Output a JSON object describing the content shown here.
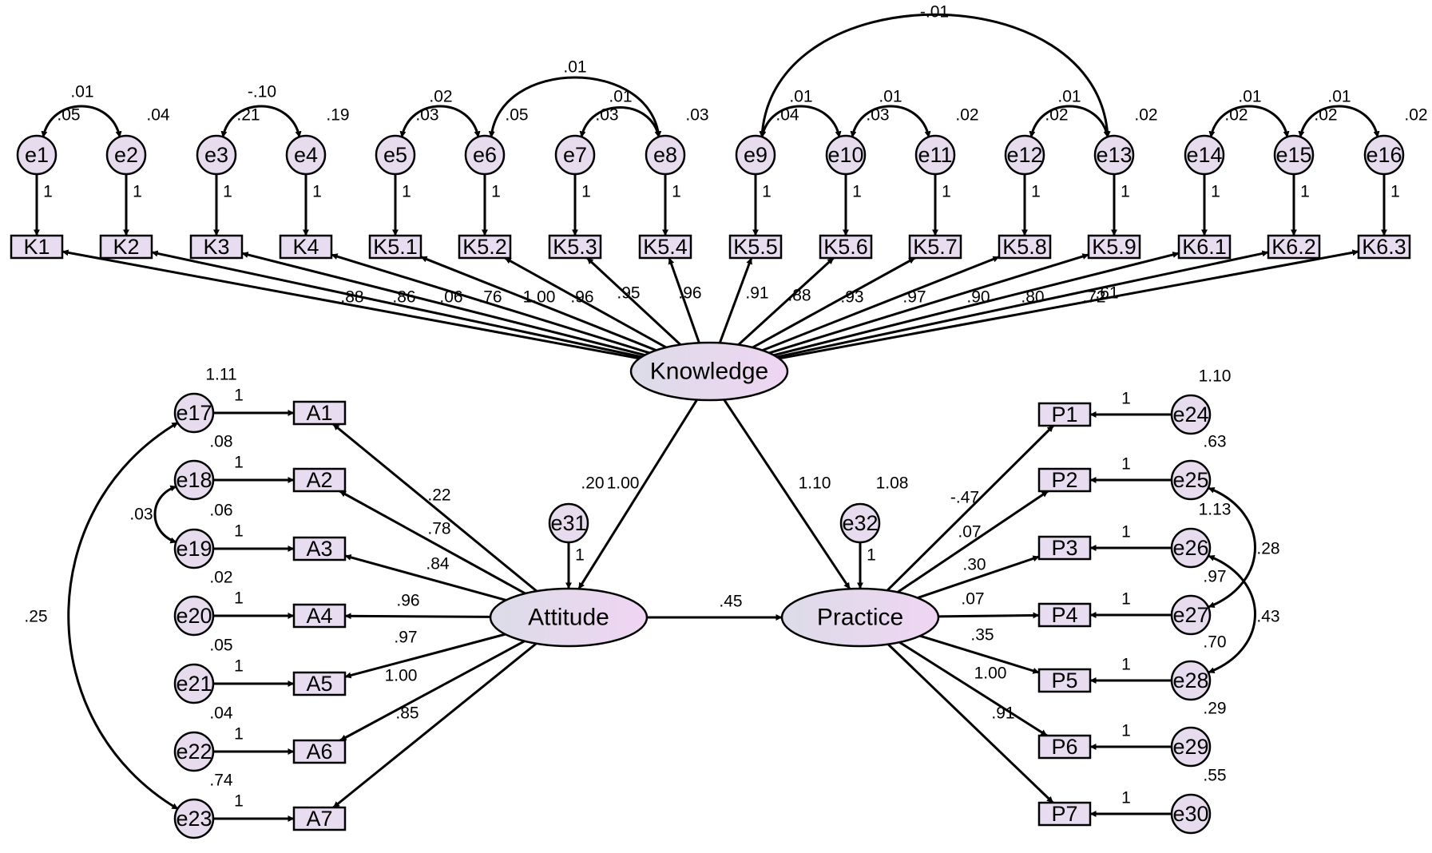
{
  "colors": {
    "node_fill": "#e8dcf0",
    "latent_fill_start": "#dcdce8",
    "latent_fill_end": "#efd5f2",
    "stroke": "#000000"
  },
  "latents": [
    {
      "id": "Knowledge",
      "label": "Knowledge"
    },
    {
      "id": "Attitude",
      "label": "Attitude"
    },
    {
      "id": "Practice",
      "label": "Practice"
    }
  ],
  "indicators": [
    {
      "id": "K1",
      "label": "K1",
      "error": "e1",
      "error_label": "e1",
      "variance": ".05",
      "fixed": "1",
      "loading": ""
    },
    {
      "id": "K2",
      "label": "K2",
      "error": "e2",
      "error_label": "e2",
      "variance": ".04",
      "fixed": "1",
      "loading": ".88"
    },
    {
      "id": "K3",
      "label": "K3",
      "error": "e3",
      "error_label": "e3",
      "variance": ".21",
      "fixed": "1",
      "loading": ".86"
    },
    {
      "id": "K4",
      "label": "K4",
      "error": "e4",
      "error_label": "e4",
      "variance": ".19",
      "fixed": "1",
      "loading": ".06"
    },
    {
      "id": "K5.1",
      "label": "K5.1",
      "error": "e5",
      "error_label": "e5",
      "variance": ".03",
      "fixed": "1",
      "loading": ".76"
    },
    {
      "id": "K5.2",
      "label": "K5.2",
      "error": "e6",
      "error_label": "e6",
      "variance": ".05",
      "fixed": "1",
      "loading": "1.00"
    },
    {
      "id": "K5.3",
      "label": "K5.3",
      "error": "e7",
      "error_label": "e7",
      "variance": ".03",
      "fixed": "1",
      "loading": ".96"
    },
    {
      "id": "K5.4",
      "label": "K5.4",
      "error": "e8",
      "error_label": "e8",
      "variance": ".03",
      "fixed": "1",
      "loading": ".95"
    },
    {
      "id": "K5.5",
      "label": "K5.5",
      "error": "e9",
      "error_label": "e9",
      "variance": ".04",
      "fixed": "1",
      "loading": ".96"
    },
    {
      "id": "K5.6",
      "label": "K5.6",
      "error": "e10",
      "error_label": "e10",
      "variance": ".03",
      "fixed": "1",
      "loading": ".91"
    },
    {
      "id": "K5.7",
      "label": "K5.7",
      "error": "e11",
      "error_label": "e11",
      "variance": ".02",
      "fixed": "1",
      "loading": ".88"
    },
    {
      "id": "K5.8",
      "label": "K5.8",
      "error": "e12",
      "error_label": "e12",
      "variance": ".02",
      "fixed": "1",
      "loading": ".93"
    },
    {
      "id": "K5.9",
      "label": "K5.9",
      "error": "e13",
      "error_label": "e13",
      "variance": ".02",
      "fixed": "1",
      "loading": ".97"
    },
    {
      "id": "K6.1",
      "label": "K6.1",
      "error": "e14",
      "error_label": "e14",
      "variance": ".02",
      "fixed": "1",
      "loading": ".90"
    },
    {
      "id": "K6.2",
      "label": "K6.2",
      "error": "e15",
      "error_label": "e15",
      "variance": ".02",
      "fixed": "1",
      "loading": ".80"
    },
    {
      "id": "K6.3",
      "label": "K6.3",
      "error": "e16",
      "error_label": "e16",
      "variance": ".02",
      "fixed": "1",
      "loading": ".72"
    },
    {
      "id": "A1",
      "label": "A1",
      "error": "e17",
      "error_label": "e17",
      "variance": "1.11",
      "fixed": "1",
      "loading": ".22"
    },
    {
      "id": "A2",
      "label": "A2",
      "error": "e18",
      "error_label": "e18",
      "variance": ".08",
      "fixed": "1",
      "loading": ".78"
    },
    {
      "id": "A3",
      "label": "A3",
      "error": "e19",
      "error_label": "e19",
      "variance": ".06",
      "fixed": "1",
      "loading": ".84"
    },
    {
      "id": "A4",
      "label": "A4",
      "error": "e20",
      "error_label": "e20",
      "variance": ".02",
      "fixed": "1",
      "loading": ".96"
    },
    {
      "id": "A5",
      "label": "A5",
      "error": "e21",
      "error_label": "e21",
      "variance": ".05",
      "fixed": "1",
      "loading": ".97"
    },
    {
      "id": "A6",
      "label": "A6",
      "error": "e22",
      "error_label": "e22",
      "variance": ".04",
      "fixed": "1",
      "loading": "1.00"
    },
    {
      "id": "A7",
      "label": "A7",
      "error": "e23",
      "error_label": "e23",
      "variance": ".74",
      "fixed": "1",
      "loading": ".85"
    },
    {
      "id": "P1",
      "label": "P1",
      "error": "e24",
      "error_label": "e24",
      "variance": "1.10",
      "fixed": "1",
      "loading": "-.47"
    },
    {
      "id": "P2",
      "label": "P2",
      "error": "e25",
      "error_label": "e25",
      "variance": ".63",
      "fixed": "1",
      "loading": ".07"
    },
    {
      "id": "P3",
      "label": "P3",
      "error": "e26",
      "error_label": "e26",
      "variance": "1.13",
      "fixed": "1",
      "loading": ".30"
    },
    {
      "id": "P4",
      "label": "P4",
      "error": "e27",
      "error_label": "e27",
      "variance": ".97",
      "fixed": "1",
      "loading": ".07"
    },
    {
      "id": "P5",
      "label": "P5",
      "error": "e28",
      "error_label": "e28",
      "variance": ".70",
      "fixed": "1",
      "loading": ".35"
    },
    {
      "id": "P6",
      "label": "P6",
      "error": "e29",
      "error_label": "e29",
      "variance": ".29",
      "fixed": "1",
      "loading": "1.00"
    },
    {
      "id": "P7",
      "label": "P7",
      "error": "e30",
      "error_label": "e30",
      "variance": ".55",
      "fixed": "1",
      "loading": ".91"
    }
  ],
  "disturbances": [
    {
      "id": "e31",
      "label": "e31",
      "variance": ".20",
      "fixed": "1"
    },
    {
      "id": "e32",
      "label": "e32",
      "variance": "1.08",
      "fixed": "1"
    }
  ],
  "structural": [
    {
      "id": "k_to_a",
      "label": "1.00"
    },
    {
      "id": "k_to_p",
      "label": "1.10"
    },
    {
      "id": "a_to_p",
      "label": ".45"
    }
  ],
  "covariances": [
    {
      "id": "e1_e2",
      "label": ".01"
    },
    {
      "id": "e3_e4",
      "label": "-.10"
    },
    {
      "id": "e5_e6",
      "label": ".02"
    },
    {
      "id": "e6_e8",
      "label": ".01"
    },
    {
      "id": "e7_e8",
      "label": ".01"
    },
    {
      "id": "e9_e10",
      "label": ".01"
    },
    {
      "id": "e10_e11",
      "label": ".01"
    },
    {
      "id": "e9_e13",
      "label": "-.01"
    },
    {
      "id": "e12_e13",
      "label": ".01"
    },
    {
      "id": "e14_e15",
      "label": ".01"
    },
    {
      "id": "e15_e16",
      "label": ".01"
    },
    {
      "id": "e17_e23",
      "label": ".25"
    },
    {
      "id": "e18_e19",
      "label": ".03"
    },
    {
      "id": "e25_e27",
      "label": ".28"
    },
    {
      "id": "e26_e28",
      "label": ".43"
    }
  ],
  "extra_labels": [
    ".61"
  ]
}
